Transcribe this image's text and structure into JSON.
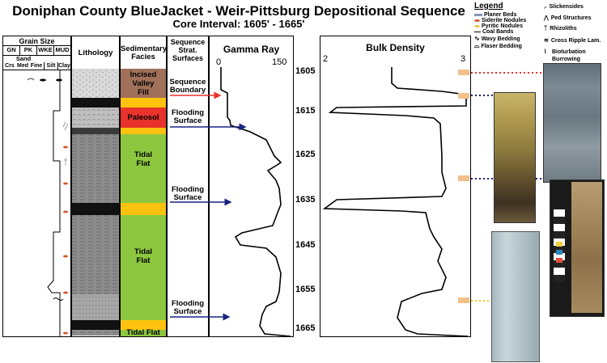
{
  "title": "Doniphan County BlueJacket - Weir-Pittsburg Depositional Sequence",
  "subtitle": "Core Interval: 1605' - 1665'",
  "grain_size": {
    "header": "Grain Size",
    "classes": [
      "GN",
      "PK",
      "WKE",
      "MUD"
    ],
    "sand_label": "Sand",
    "sub_classes": [
      "Crs",
      "Med",
      "Fine",
      "Silt",
      "Clay"
    ]
  },
  "columns": {
    "lithology": "Lithology",
    "facies": "Sedimentary Facies",
    "surfaces": "Sequence Strat. Surfaces",
    "gamma": "Gamma Ray",
    "density": "Bulk Density"
  },
  "facies": [
    {
      "name": "Incised Valley Fill",
      "color": "#a0705a"
    },
    {
      "name": "Paleosol",
      "color": "#e8322b"
    },
    {
      "name": "Tidal Flat",
      "color": "#8dc63f"
    },
    {
      "name": "Tidal Flat",
      "color": "#8dc63f"
    },
    {
      "name": "Tidal Flat",
      "color": "#8dc63f"
    }
  ],
  "surfaces": [
    {
      "label": "Sequence Boundary"
    },
    {
      "label": "Flooding Surface"
    },
    {
      "label": "Flooding Surface"
    },
    {
      "label": "Flooding Surface"
    }
  ],
  "depth_ticks": [
    "1605",
    "1615",
    "1625",
    "1635",
    "1645",
    "1655",
    "1665"
  ],
  "gamma_axis": {
    "min": "0",
    "max": "150"
  },
  "density_axis": {
    "min": "2",
    "max": "3"
  },
  "legend": {
    "title": "Legend",
    "left_items": [
      {
        "label": "Planer Beds",
        "icon": "planar-beds-icon"
      },
      {
        "label": "Siderite Nodules",
        "icon": "siderite-nodule-icon"
      },
      {
        "label": "Pyritic Nodules",
        "icon": "pyritic-nodule-icon"
      },
      {
        "label": "Coal Bands",
        "icon": "coal-band-icon"
      },
      {
        "label": "Wavy Bedding",
        "icon": "wavy-bedding-icon"
      },
      {
        "label": "Flaser Bedding",
        "icon": "flaser-bedding-icon"
      }
    ],
    "right_items": [
      {
        "label": "Slickensides",
        "icon": "slickenside-icon"
      },
      {
        "label": "Ped Structures",
        "icon": "ped-structure-icon"
      },
      {
        "label": "Rhizoliths",
        "icon": "rhizolith-icon"
      },
      {
        "label": "Cross Ripple Lam.",
        "icon": "cross-ripple-icon"
      },
      {
        "label": "Bioturbation Burrowing",
        "icon": "burrowing-icon"
      }
    ]
  },
  "colors": {
    "incised_valley": "#a0705a",
    "paleosol": "#e8322b",
    "tidal_flat": "#8dc63f",
    "yellow_band": "#ffc20e",
    "arrow_blue": "#1a237e",
    "arrow_red": "#e8322b"
  }
}
